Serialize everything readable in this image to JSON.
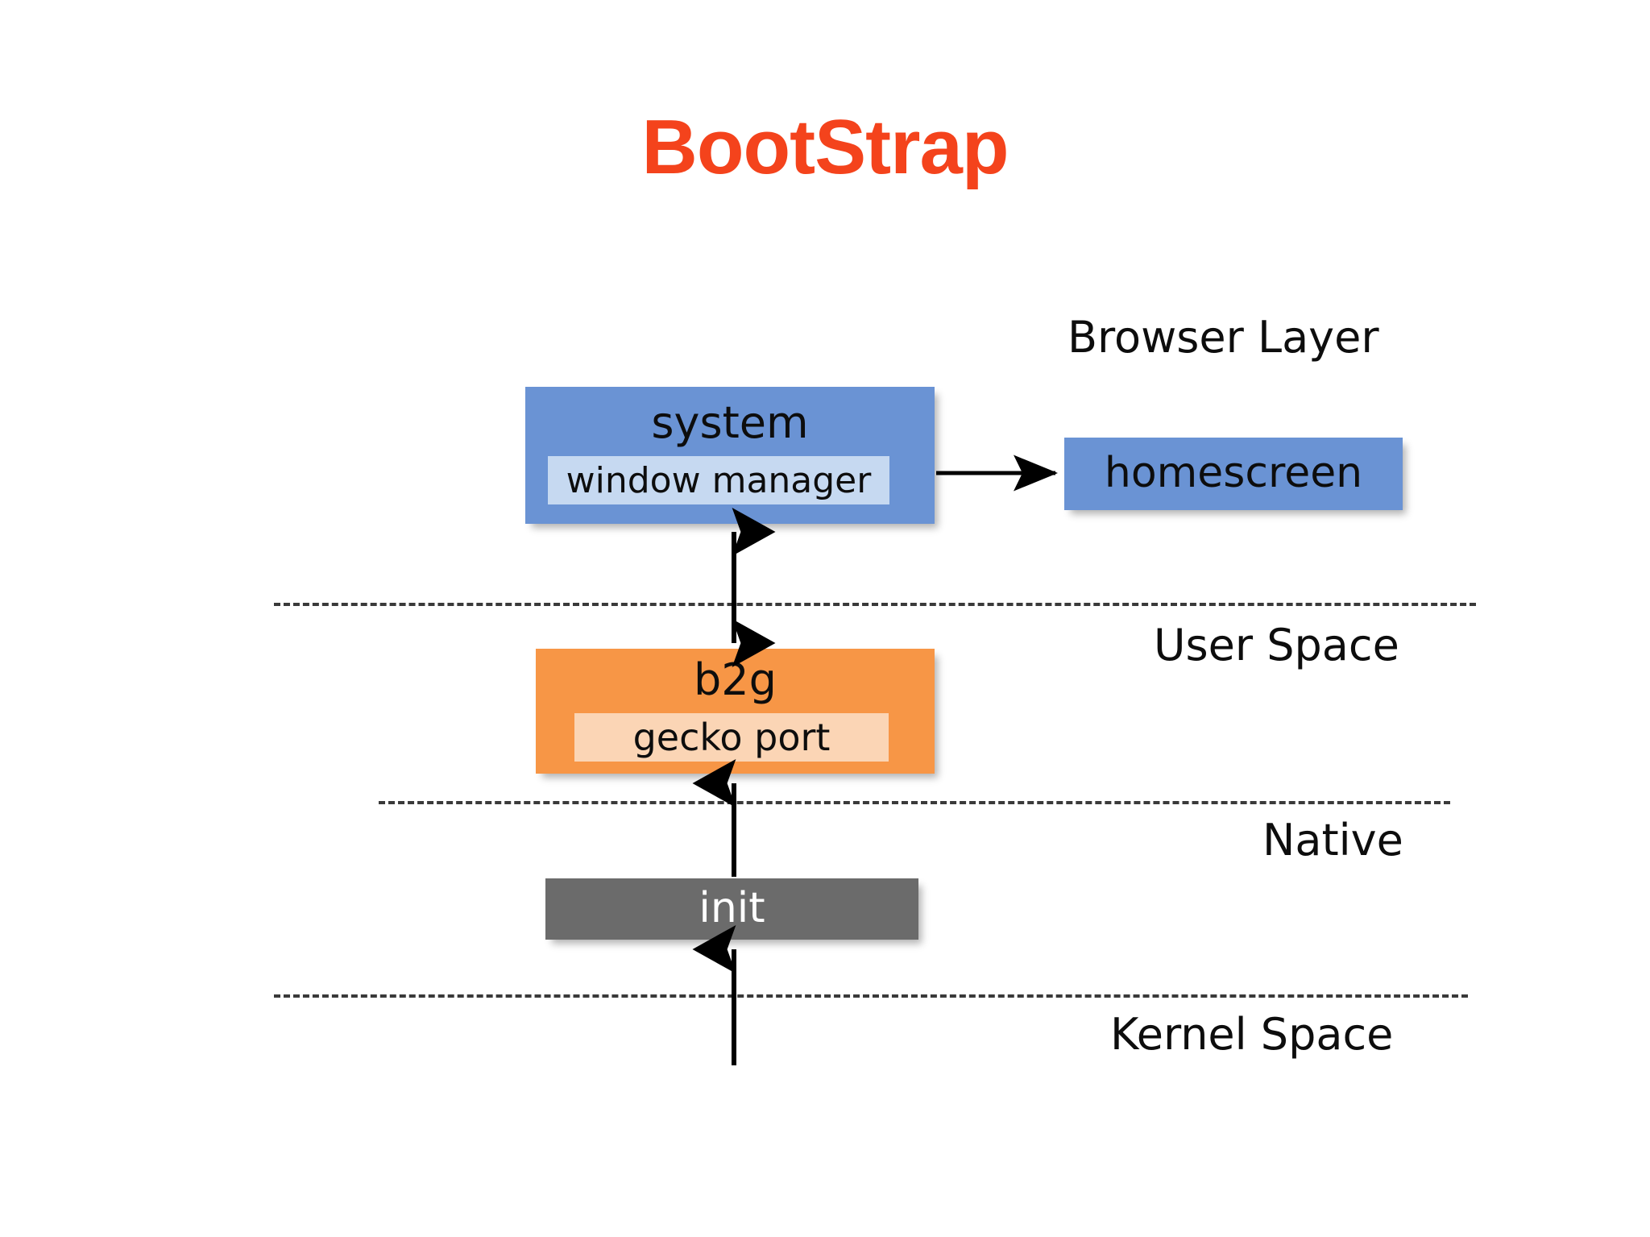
{
  "slide": {
    "title": "BootStrap",
    "title_color": "#F4431C",
    "background": "#ffffff"
  },
  "zones": [
    {
      "id": "browser-layer",
      "label": "Browser Layer"
    },
    {
      "id": "user-space",
      "label": "User Space"
    },
    {
      "id": "native",
      "label": "Native"
    },
    {
      "id": "kernel-space",
      "label": "Kernel Space"
    }
  ],
  "boxes": {
    "system": {
      "label": "system",
      "inner_label": "window manager",
      "fill": "#6A93D4",
      "inner_fill": "#C6D9F1",
      "text_color": "#0d0d0d"
    },
    "homescreen": {
      "label": "homescreen",
      "fill": "#6A93D4",
      "text_color": "#0d0d0d"
    },
    "b2g": {
      "label": "b2g",
      "inner_label": "gecko port",
      "fill": "#F79646",
      "inner_fill": "#FBD5B5",
      "text_color": "#0d0d0d"
    },
    "init": {
      "label": "init",
      "fill": "#6B6B6B",
      "text_color": "#ffffff"
    }
  },
  "dividers": [
    {
      "id": "user-space-divider",
      "style": "dashed",
      "color": "#3a3a3a"
    },
    {
      "id": "native-divider",
      "style": "dashed",
      "color": "#3a3a3a"
    },
    {
      "id": "kernel-space-divider",
      "style": "dashed",
      "color": "#3a3a3a"
    }
  ],
  "connectors": [
    {
      "id": "system-to-homescreen",
      "from": "system",
      "to": "homescreen",
      "direction": "single",
      "orientation": "horizontal"
    },
    {
      "id": "system-to-b2g",
      "from": "b2g",
      "to": "system",
      "direction": "double",
      "orientation": "vertical"
    },
    {
      "id": "init-to-b2g",
      "from": "init",
      "to": "b2g",
      "direction": "single",
      "orientation": "vertical"
    },
    {
      "id": "kernel-to-init",
      "from": "kernel-space",
      "to": "init",
      "direction": "single",
      "orientation": "vertical"
    }
  ]
}
